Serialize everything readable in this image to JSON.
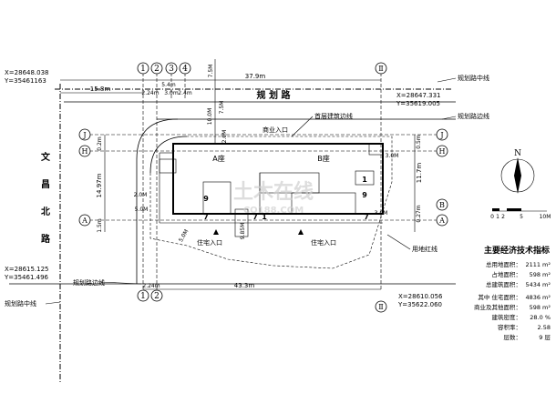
{
  "grid": {
    "top_axes": [
      "1",
      "2",
      "3",
      "4",
      "Ⅱ"
    ],
    "bottom_axes": [
      "1",
      "2",
      "Ⅱ"
    ],
    "left_axes": [
      "J",
      "H",
      "A"
    ],
    "right_axes": [
      "J",
      "H",
      "B",
      "A"
    ]
  },
  "dimensions": {
    "total_top": "37.9m",
    "d1": "5.4m",
    "d2": "2.24m",
    "d3": "3.0m",
    "d4": "2.4m",
    "left_15_8": "15.8m",
    "v7_5a": "7.5M",
    "v7_5b": "7.5M",
    "v10": "10.0M",
    "v2_0top": "2.0M",
    "left_0_2": "0.2m",
    "left_14_97": "14.97m",
    "left_1_5": "1.5m",
    "inner_2_0": "2.0M",
    "inner_5_0a": "5.0M",
    "inner_5_0b": "5.0M",
    "v9_85": "9.85M",
    "right_0_5": "0.5m",
    "right_11_7": "11.7m",
    "right_0_7": "0.27m",
    "right_3_0a": "3.0M",
    "right_3_0b": "3.0M",
    "bot_43_3": "43.3m",
    "bot_2_24": "2.24m"
  },
  "coords": {
    "tl": [
      "X=28648.038",
      "Y=35461163"
    ],
    "tr": [
      "X=28647.331",
      "Y=35619.005"
    ],
    "bl": [
      "X=28615.125",
      "Y=35461.496"
    ],
    "br": [
      "X=28610.056",
      "Y=35622.060"
    ]
  },
  "labels": {
    "road_top": "规 划 路",
    "road_left": [
      "文",
      "昌",
      "北",
      "路"
    ],
    "road_center_line_top": "规划路中线",
    "road_edge_line_right": "规划路边线",
    "road_center_line_left": "规划路中线",
    "road_edge_line_bottom": "规划路边线",
    "building_edge": "首层建筑边线",
    "commercial_entry": "商业入口",
    "block_a": "A座",
    "block_b": "B座",
    "res_entry_1": "住宅入口",
    "res_entry_2": "住宅入口",
    "red_line": "用地红线",
    "floor_9a": "9",
    "floor_9b": "9",
    "floor_7a": "7",
    "floor_7b": "7",
    "floor_7c": "7",
    "floor_1a": "1",
    "floor_1b": "1"
  },
  "north": {
    "label": "N",
    "scale": [
      "0",
      "1",
      "2",
      "5",
      "10M"
    ]
  },
  "watermark": [
    "土木在线",
    "CO188.COM"
  ],
  "indicators": {
    "title": "主要经济技术指标",
    "rows": [
      {
        "label": "总用地面积：",
        "value": "2111 m²"
      },
      {
        "label": "占地面积：",
        "value": "598 m²"
      },
      {
        "label": "总建筑面积：",
        "value": "5434 m²"
      },
      {
        "label": "其中  住宅面积：",
        "value": "4836 m²"
      },
      {
        "label": "商业及其他面积：",
        "value": "598 m²"
      },
      {
        "label": "建筑密度：",
        "value": "28.0 %"
      },
      {
        "label": "容积率：",
        "value": "2.58"
      },
      {
        "label": "层数：",
        "value": "9 层"
      }
    ]
  }
}
